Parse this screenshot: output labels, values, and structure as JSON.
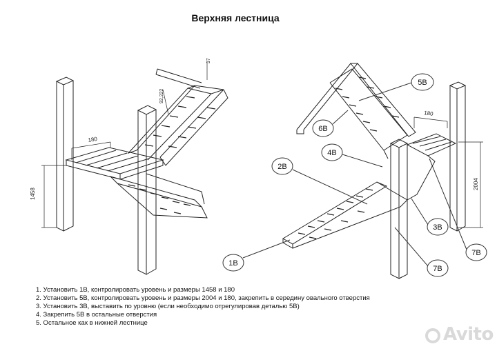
{
  "title": "Верхняя лестница",
  "dimensions": {
    "d37": "37",
    "d92222": "92,222",
    "d180_left": "180",
    "d1458": "1458",
    "d180_right": "180",
    "d2004": "2004"
  },
  "callouts": {
    "c5b": "5B",
    "c6b": "6B",
    "c4b": "4B",
    "c2b": "2B",
    "c3b": "3B",
    "c7b_upper": "7B",
    "c7b_lower": "7B",
    "c1b": "1B"
  },
  "steps": [
    "1.   Установить 1В, контролировать уровень и размеры 1458 и 180",
    "2.   Установить 5В, контролировать уровень и размеры 2004 и 180, закрепить в середину овального отверстия",
    "3.   Установить 3В, выставить по уровню (если необходимо отрегулировав деталью 5В)",
    "4.   Закрепить 5В в остальные отверстия",
    "5.   Остальное как в нижней лестнице"
  ],
  "watermark": "Avito"
}
